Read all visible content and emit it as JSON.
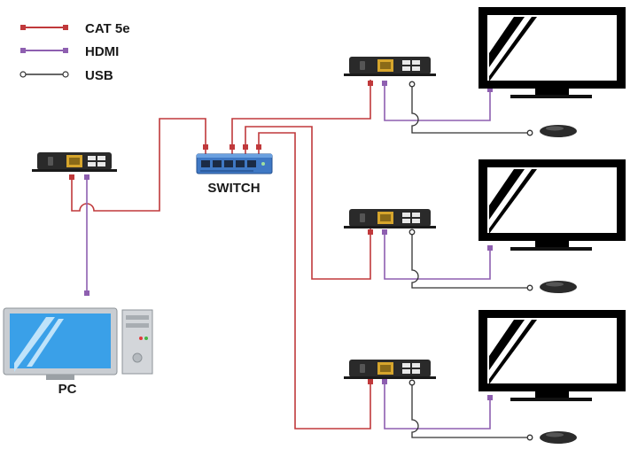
{
  "legend": {
    "items": [
      {
        "label": "CAT 5e",
        "color": "#c0393b"
      },
      {
        "label": "HDMI",
        "color": "#8e5fb0"
      },
      {
        "label": "USB",
        "color": "#333333"
      }
    ]
  },
  "devices": {
    "switch_label": "SWITCH",
    "pc_label": "PC"
  },
  "colors": {
    "cat5e": "#c0393b",
    "hdmi": "#8e5fb0",
    "usb": "#333333",
    "switch_body": "#3f78c4",
    "monitor_frame": "#000000",
    "pc_screen": "#3aa0e8"
  },
  "icons": [
    "extender-transmitter-icon",
    "extender-receiver-icon",
    "network-switch-icon",
    "monitor-icon",
    "mouse-icon",
    "pc-icon"
  ]
}
